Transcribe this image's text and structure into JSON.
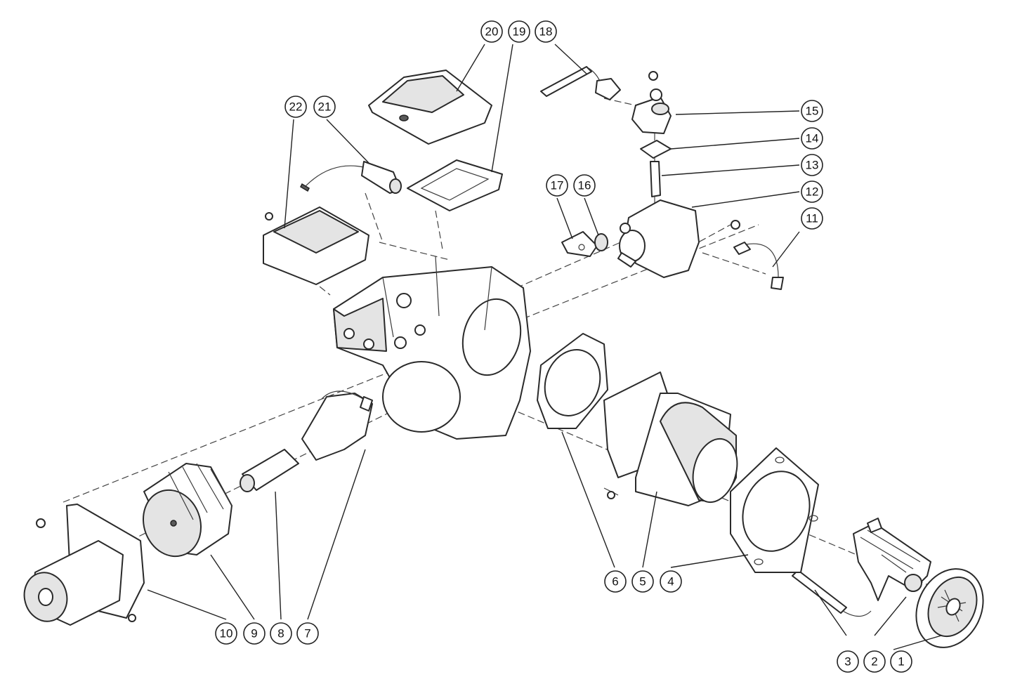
{
  "callouts": [
    {
      "id": "1",
      "label": "1"
    },
    {
      "id": "2",
      "label": "2"
    },
    {
      "id": "3",
      "label": "3"
    },
    {
      "id": "4",
      "label": "4"
    },
    {
      "id": "5",
      "label": "5"
    },
    {
      "id": "6",
      "label": "6"
    },
    {
      "id": "7",
      "label": "7"
    },
    {
      "id": "8",
      "label": "8"
    },
    {
      "id": "9",
      "label": "9"
    },
    {
      "id": "10",
      "label": "10"
    },
    {
      "id": "11",
      "label": "11"
    },
    {
      "id": "12",
      "label": "12"
    },
    {
      "id": "13",
      "label": "13"
    },
    {
      "id": "14",
      "label": "14"
    },
    {
      "id": "15",
      "label": "15"
    },
    {
      "id": "16",
      "label": "16"
    },
    {
      "id": "17",
      "label": "17"
    },
    {
      "id": "18",
      "label": "18"
    },
    {
      "id": "19",
      "label": "19"
    },
    {
      "id": "20",
      "label": "20"
    },
    {
      "id": "21",
      "label": "21"
    },
    {
      "id": "22",
      "label": "22"
    }
  ],
  "colors": {
    "line": "#2a2a2a",
    "fill": "#e4e4e4",
    "background": "#ffffff"
  }
}
